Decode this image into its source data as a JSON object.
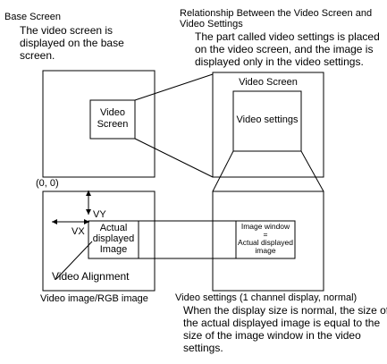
{
  "base_screen": {
    "heading": "Base Screen",
    "description_lines": [
      "The video screen is",
      "displayed on the base",
      "screen."
    ],
    "inner_box_lines": [
      "Video",
      "Screen"
    ]
  },
  "relationship": {
    "heading_lines": [
      "Relationship Between the Video Screen and",
      "Video Settings"
    ],
    "description_lines": [
      "The part called video settings is placed",
      "on the video screen, and the image is",
      "displayed only in the video settings."
    ],
    "video_screen_label": "Video Screen",
    "video_settings_label": "Video settings"
  },
  "alignment": {
    "origin_label": "(0, 0)",
    "vy_label": "VY",
    "vx_label": "VX",
    "actual_image_lines": [
      "Actual",
      "displayed",
      "Image"
    ],
    "alignment_label": "Video Alignment",
    "caption": "Video image/RGB image"
  },
  "settings_detail": {
    "image_window_lines": [
      "Image window",
      "=",
      "Actual displayed",
      "image"
    ],
    "caption": "Video settings (1 channel display, normal)",
    "description_lines": [
      "When the display size is normal, the size of",
      "the actual displayed image is equal to the",
      "size of the image window in the video",
      "settings."
    ]
  }
}
